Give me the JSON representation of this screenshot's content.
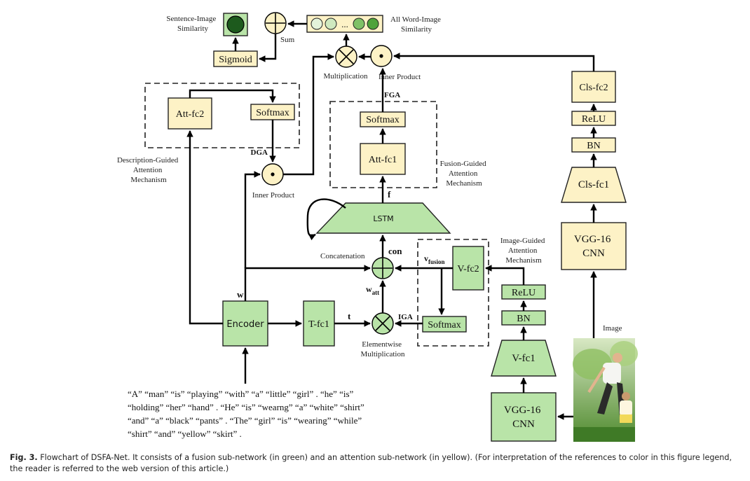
{
  "colors": {
    "attention_yellow": "#fdf2c6",
    "fusion_green": "#b9e4a8",
    "sentence_similarity_dark": "#1d5a1d"
  },
  "nodes": {
    "sigmoid": "Sigmoid",
    "att_fc2": "Att-fc2",
    "softmax_dga": "Softmax",
    "softmax_fga": "Softmax",
    "att_fc1": "Att-fc1",
    "cls_fc2": "Cls-fc2",
    "relu_top": "ReLU",
    "bn_top": "BN",
    "cls_fc1": "Cls-fc1",
    "vgg_top": [
      "VGG-16",
      "CNN"
    ],
    "lstm": "LSTM",
    "v_fc2": "V-fc2",
    "relu_bottom": "ReLU",
    "bn_bottom": "BN",
    "encoder": "Encoder",
    "t_fc1": "T-fc1",
    "softmax_iga": "Softmax",
    "v_fc1": "V-fc1",
    "vgg_bottom": [
      "VGG-16",
      "CNN"
    ],
    "word_image_ellipsis": "..."
  },
  "labels": {
    "sentence_image_similarity": [
      "Sentence-Image",
      "Similarity"
    ],
    "sum": "Sum",
    "all_word_image_similarity": [
      "All Word-Image",
      "Similarity"
    ],
    "multiplication": "Multiplication",
    "inner_product_top": "Inner Product",
    "fga": "FGA",
    "dga": "DGA",
    "description_guided": [
      "Description-Guided",
      "Attention",
      "Mechanism"
    ],
    "inner_product_mid": "Inner Product",
    "fusion_guided": [
      "Fusion-Guided",
      "Attention",
      "Mechanism"
    ],
    "f": "f",
    "con": "con",
    "concatenation": "Concatenation",
    "v_fusion_main": "v",
    "v_fusion_sub": "fusion",
    "image_guided": [
      "Image-Guided",
      "Attention",
      "Mechanism"
    ],
    "w": "w",
    "w_att_main": "w",
    "w_att_sub": "att",
    "t": "t",
    "iga": "IGA",
    "elementwise": [
      "Elementwise",
      "Multiplication"
    ],
    "image": "Image"
  },
  "sentence_lines": [
    "“A”   “man”   “is”   “playing”   “with”   “a”   “little”   “girl” . “he”   “is”",
    "“holding”   “her”   “hand” .  “He”   “is”   “wearng”   “a”   “white”   “shirt”",
    "“and”   “a”   “black”   “pants” .  “The”   “girl”   “is”   “wearing”   “while”",
    "“shirt”   “and”   “yellow”   “skirt” ."
  ],
  "caption": {
    "label": "Fig. 3.",
    "text": "Flowchart of DSFA-Net. It consists of a fusion sub-network (in green) and an attention sub-network (in yellow). (For interpretation of the references to color in this figure legend, the reader is referred to the web version of this article.)"
  }
}
